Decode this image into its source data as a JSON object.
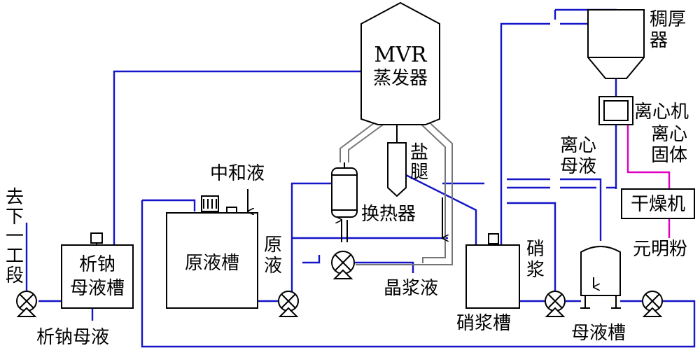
{
  "colors": {
    "pipe": "#1414c8",
    "pipe_solid": "#e000c0",
    "equipment": "#000000",
    "background": "#ffffff"
  },
  "labels": {
    "downstream": "去下一工段",
    "sodium_tank": "析钠母液槽",
    "sodium_liquor": "析钠母液",
    "neutral_liquid": "中和液",
    "raw_tank": "原液槽",
    "raw_liquid": "原液",
    "mvr_line1": "MVR",
    "mvr_line2": "蒸发器",
    "salt_leg": "盐腿",
    "heat_exchanger": "换热器",
    "crystal_slurry": "晶浆液",
    "thickener": "稠厚器",
    "centrifuge": "离心机",
    "centrifuge_solid": "离心固体",
    "centrifuge_liquor": "离心母液",
    "dryer": "干燥机",
    "glauber_powder": "元明粉",
    "nitrate_slurry": "硝浆",
    "nitrate_tank": "硝浆槽",
    "mother_tank": "母液槽"
  }
}
